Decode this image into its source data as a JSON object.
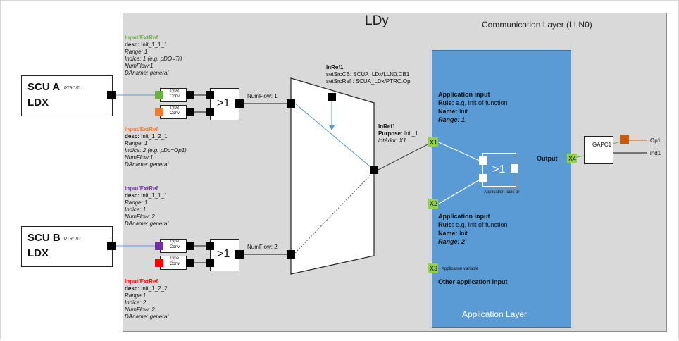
{
  "logical_device_title": "LDy",
  "communication_layer_label": "Communication Layer (LLN0)",
  "application_layer_label": "Application Layer",
  "scu_a": {
    "line1": "SCU A",
    "sub": "PTRC/Tr",
    "line2": "LDX"
  },
  "scu_b": {
    "line1": "SCU B",
    "sub": "PTRC/Tr",
    "line2": "LDX"
  },
  "extref_blocks": [
    {
      "title": "Input/ExtRef",
      "color": "#70ad47",
      "desc_key": "desc:",
      "desc_val": "Init_1_1_1",
      "range": "Range: 1",
      "indice": "Indice: 1 (e.g. pDO=Tr)",
      "numflow": "NumFlow:1",
      "daname": "DAname: general"
    },
    {
      "title": "Input/ExtRef",
      "color": "#ed7d31",
      "desc_key": "desc:",
      "desc_val": "Init_1_2_1",
      "range": "Range: 1",
      "indice": "Indice: 2 (e.g. pDo=Op1)",
      "numflow": "NumFlow:1",
      "daname": "DAname: general"
    },
    {
      "title": "Input/ExtRef",
      "color": "#7030a0",
      "desc_key": "desc:",
      "desc_val": "Init_1_1_1",
      "range": "Range: 1",
      "indice": "Indice: 1",
      "numflow": "NumFlow: 2",
      "daname": "DAname: general"
    },
    {
      "title": "Input/ExtRef",
      "color": "#ff0000",
      "desc_key": "desc:",
      "desc_val": "Init_1_2_2",
      "range": "Range:1",
      "indice": "Indice: 2",
      "numflow": "NumFlow: 2",
      "daname": "DAname: general"
    }
  ],
  "type_conv_label_1": "Type",
  "type_conv_label_2": "Conv.",
  "or_gate_label": ">1",
  "numflow_1": "NumFlow: 1",
  "numflow_2": "NumFlow: 2",
  "inref_top": {
    "title": "InRef1",
    "line1": "setSrcCB: SCUA_LDx/LLN0.CB1",
    "line2": "setSrcRef : SCUA_LDx/PTRC.Op"
  },
  "inref_purpose": {
    "title": "InRef1",
    "purpose_key": "Purpose:",
    "purpose_val": "Init_1",
    "intaddr": "intAddr: X1"
  },
  "app_input_1": {
    "title": "Application input",
    "rule_key": "Rule:",
    "rule_val": "e.g. Init of function",
    "name_key": "Name:",
    "name_val": "Init",
    "range": "Range: 1"
  },
  "app_input_2": {
    "title": "Application input",
    "rule_key": "Rule:",
    "rule_val": "e.g. Init of function",
    "name_key": "Name:",
    "name_val": "Init",
    "range": "Range: 2"
  },
  "ports": {
    "x1": "X1",
    "x2": "X2",
    "x3": "X3",
    "x4": "X4"
  },
  "app_logic_or_label": "Application logic or",
  "app_variable_label": "Application variable",
  "other_app_input_label": "Other application input",
  "output_label": "Output",
  "gapc_label": "GAPC1",
  "gapc_out_1": "Op1",
  "gapc_out_2": "ind1",
  "colors": {
    "ld_bg": "#d9d9d9",
    "app_layer_bg": "#5b9bd5",
    "port_green": "#92d050",
    "gapc_out": "#c55a11",
    "wire_blue": "#5b9bd5"
  }
}
